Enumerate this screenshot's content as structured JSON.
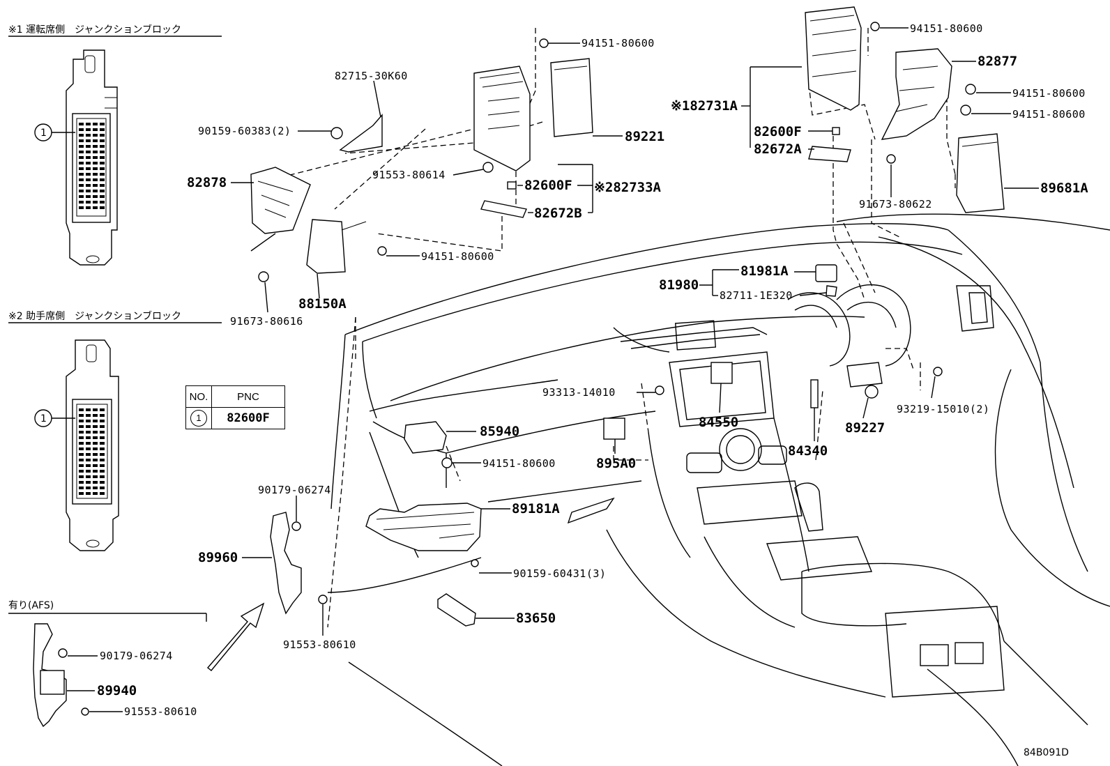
{
  "sections": {
    "driver_jb": "※1 運転席側　ジャンクションブロック",
    "passenger_jb": "※2 助手席側　ジャンクションブロック",
    "afs": "有り(AFS)"
  },
  "callouts": {
    "driver_ref": "1",
    "passenger_ref": "1"
  },
  "table": {
    "header_no": "NO.",
    "header_pnc": "PNC",
    "rows": [
      {
        "no": "1",
        "pnc": "82600F"
      }
    ]
  },
  "parts": {
    "p82715_30K60": "82715-30K60",
    "p90159_60383": "90159-60383(2)",
    "p94151_80600_a": "94151-80600",
    "p89221": "89221",
    "p91553_80614": "91553-80614",
    "p82600F_a": "82600F",
    "p82733A": "※282733A",
    "p82672B": "82672B",
    "p82878": "82878",
    "p94151_80600_b": "94151-80600",
    "p88150A": "88150A",
    "p91673_80616": "91673-80616",
    "p94151_80600_c": "94151-80600",
    "p82877": "82877",
    "p94151_80600_d": "94151-80600",
    "p94151_80600_e": "94151-80600",
    "p82731A": "※182731A",
    "p82600F_b": "82600F",
    "p82672A": "82672A",
    "p89681A": "89681A",
    "p91673_80622": "91673-80622",
    "p81981A": "81981A",
    "p81980": "81980",
    "p82711_1E320": "82711-1E320",
    "p93313_14010": "93313-14010",
    "p93219_15010": "93219-15010(2)",
    "p84550": "84550",
    "p89227": "89227",
    "p84340": "84340",
    "p85940": "85940",
    "p94151_80600_f": "94151-80600",
    "p895A0": "895A0",
    "p90179_06274_a": "90179-06274",
    "p89181A": "89181A",
    "p89960": "89960",
    "p90159_60431": "90159-60431(3)",
    "p91553_80610_a": "91553-80610",
    "p83650": "83650",
    "p90179_06274_b": "90179-06274",
    "p89940": "89940",
    "p91553_80610_b": "91553-80610"
  },
  "diagram_code": "84B091D"
}
